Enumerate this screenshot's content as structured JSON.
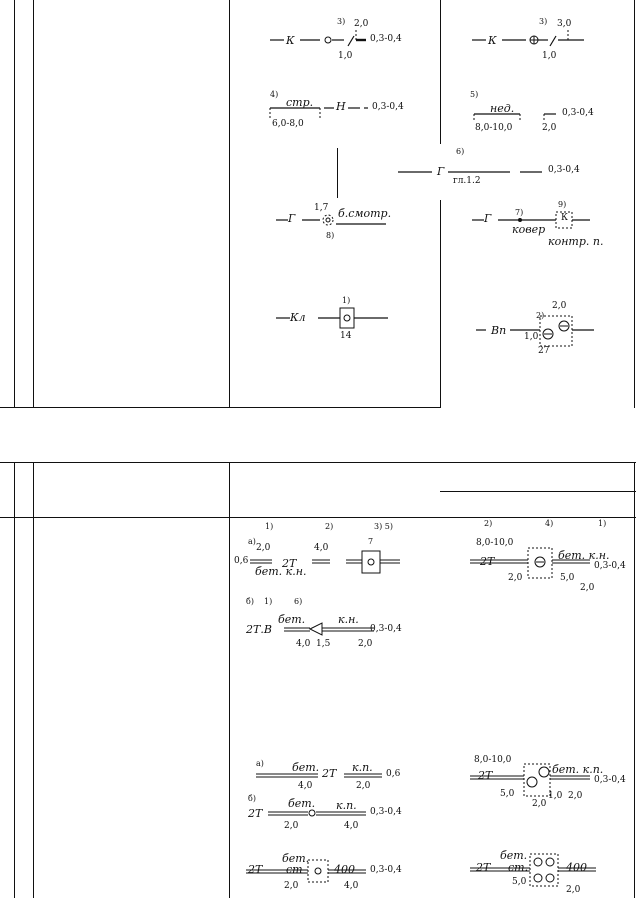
{
  "upper": {
    "r1_left": {
      "num": "3)",
      "code": "К",
      "up": "2,0",
      "down": "1,0",
      "tail": "0,3-0,4"
    },
    "r1_right": {
      "num": "3)",
      "code": "К",
      "up": "3,0",
      "down": "1,0"
    },
    "r2_left": {
      "num": "4)",
      "code": "стр.",
      "code2": "Н",
      "dim": "6,0-8,0",
      "tail": "0,3-0,4"
    },
    "r2_right": {
      "num": "5)",
      "code": "нед.",
      "dim": "8,0-10,0",
      "dim2": "2,0",
      "tail": "0,3-0,4"
    },
    "r3_center": {
      "num": "6)",
      "code": "Г",
      "sub": "гл.1.2",
      "tail": "0,3-0,4"
    },
    "r4_left": {
      "code": "Г",
      "up": "1,7",
      "label": "б.смотр.",
      "num": "8)"
    },
    "r4_right": {
      "code": "Г",
      "num7": "7)",
      "label7": "ковер",
      "num9": "9)",
      "label9": "контр. п.",
      "glyph": "К"
    },
    "r5_left": {
      "code": "Кл",
      "num": "1)",
      "sub": "14"
    },
    "r5_right": {
      "code": "Вп",
      "num": "2)",
      "up": "2,0",
      "left": "1,0",
      "sub": "27"
    }
  },
  "lower": {
    "hdr_left": {
      "n1": "1)",
      "n2": "2)",
      "n3": "3) 5)"
    },
    "hdr_right": {
      "n1": "2)",
      "n2": "4)",
      "n3": "1)"
    },
    "a_left": {
      "mark": "а)",
      "lead": "0,6",
      "up": "2,0",
      "label": "бет. к.н.",
      "code": "2Т",
      "up2": "4,0",
      "box": "7"
    },
    "a_right": {
      "dim": "8,0-10,0",
      "code": "2Т",
      "label": "бет. к.н.",
      "d1": "2,0",
      "d2": "5,0",
      "tail": "0,3-0,4",
      "d3": "2,0"
    },
    "b_left": {
      "mark": "б)",
      "n1": "1)",
      "n2": "6)",
      "label": "бет.",
      "code": "2Т.В",
      "label2": "к.н.",
      "d1": "4,0",
      "d2": "1,5",
      "d3": "2,0",
      "tail": "0,3-0,4"
    },
    "c_left": {
      "mark": "а)",
      "label": "бет.",
      "code": "2Т",
      "label2": "к.п.",
      "d1": "4,0",
      "d2": "2,0",
      "tail": "0,6"
    },
    "c_right": {
      "dim": "8,0-10,0",
      "code": "2Т",
      "label": "бет. к.п.",
      "d1": "5,0",
      "d2": "2,0",
      "d3": "1,0",
      "d4": "2,0",
      "tail": "0,3-0,4"
    },
    "d_left": {
      "mark": "б)",
      "label": "бет.",
      "code": "2Т",
      "label2": "к.п.",
      "d1": "2,0",
      "d2": "4,0",
      "tail": "0,3-0,4"
    },
    "e_left": {
      "label": "бет.",
      "code": "2Т",
      "label2": "ст",
      "mark": "400",
      "d1": "2,0",
      "d2": "4,0",
      "tail": "0,3-0,4"
    },
    "e_right": {
      "label": "бет.",
      "code": "2Т",
      "label2": "ст.",
      "mark": "400",
      "d1": "5,0",
      "d2": "2,0"
    }
  }
}
